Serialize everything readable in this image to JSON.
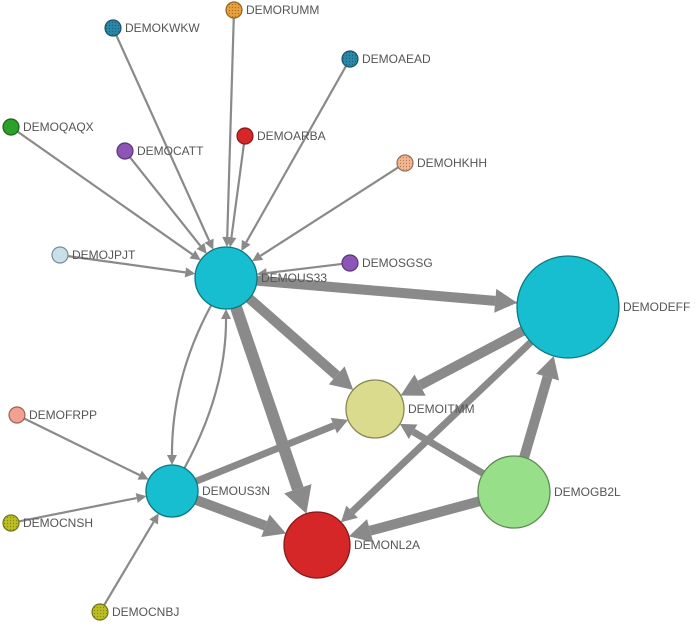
{
  "nodes": [
    {
      "id": "DEMORUMM",
      "label": "DEMORUMM",
      "color": "#e8a03c",
      "dotted": true
    },
    {
      "id": "DEMOKWKW",
      "label": "DEMOKWKW",
      "color": "#2a87a8",
      "dotted": true
    },
    {
      "id": "DEMOAEAD",
      "label": "DEMOAEAD",
      "color": "#2a87a8",
      "dotted": true
    },
    {
      "id": "DEMOQAQX",
      "label": "DEMOQAQX",
      "color": "#2ca02c"
    },
    {
      "id": "DEMOCATT",
      "label": "DEMOCATT",
      "color": "#8e55b8"
    },
    {
      "id": "DEMOARBA",
      "label": "DEMOARBA",
      "color": "#d62728"
    },
    {
      "id": "DEMOHKHH",
      "label": "DEMOHKHH",
      "color": "#f2b58f",
      "dotted": true
    },
    {
      "id": "DEMOJPJT",
      "label": "DEMOJPJT",
      "color": "#c8e0ea"
    },
    {
      "id": "DEMOUS33",
      "label": "DEMOUS33",
      "color": "#17becf"
    },
    {
      "id": "DEMOSGSG",
      "label": "DEMOSGSG",
      "color": "#8e55b8"
    },
    {
      "id": "DEMODEFF",
      "label": "DEMODEFF",
      "color": "#17becf"
    },
    {
      "id": "DEMOITMM",
      "label": "DEMOITMM",
      "color": "#dbdb8d"
    },
    {
      "id": "DEMOFRPP",
      "label": "DEMOFRPP",
      "color": "#f2a090"
    },
    {
      "id": "DEMOUS3N",
      "label": "DEMOUS3N",
      "color": "#17becf"
    },
    {
      "id": "DEMOGB2L",
      "label": "DEMOGB2L",
      "color": "#98df8a"
    },
    {
      "id": "DEMOCNSH",
      "label": "DEMOCNSH",
      "color": "#bcbd22",
      "dotted": true
    },
    {
      "id": "DEMONL2A",
      "label": "DEMONL2A",
      "color": "#d62728"
    },
    {
      "id": "DEMOCNBJ",
      "label": "DEMOCNBJ",
      "color": "#bcbd22",
      "dotted": true
    }
  ],
  "edges": [
    {
      "from": "DEMOQAQX",
      "to": "DEMOUS33",
      "weight": 1
    },
    {
      "from": "DEMOKWKW",
      "to": "DEMOUS33",
      "weight": 1
    },
    {
      "from": "DEMORUMM",
      "to": "DEMOUS33",
      "weight": 1
    },
    {
      "from": "DEMOCATT",
      "to": "DEMOUS33",
      "weight": 1
    },
    {
      "from": "DEMOARBA",
      "to": "DEMOUS33",
      "weight": 1
    },
    {
      "from": "DEMOAEAD",
      "to": "DEMOUS33",
      "weight": 1
    },
    {
      "from": "DEMOHKHH",
      "to": "DEMOUS33",
      "weight": 1
    },
    {
      "from": "DEMOJPJT",
      "to": "DEMOUS33",
      "weight": 1
    },
    {
      "from": "DEMOSGSG",
      "to": "DEMOUS33",
      "weight": 1
    },
    {
      "from": "DEMODEFF",
      "to": "DEMOUS33",
      "weight": 1
    },
    {
      "from": "DEMOUS33",
      "to": "DEMODEFF",
      "weight": 3
    },
    {
      "from": "DEMOUS33",
      "to": "DEMOITMM",
      "weight": 3
    },
    {
      "from": "DEMOUS33",
      "to": "DEMONL2A",
      "weight": 4
    },
    {
      "from": "DEMOUS33",
      "to": "DEMOUS3N",
      "weight": 1,
      "curve": 1
    },
    {
      "from": "DEMOUS3N",
      "to": "DEMOUS33",
      "weight": 1,
      "curve": 1
    },
    {
      "from": "DEMOFRPP",
      "to": "DEMOUS3N",
      "weight": 1
    },
    {
      "from": "DEMOCNSH",
      "to": "DEMOUS3N",
      "weight": 1
    },
    {
      "from": "DEMOCNBJ",
      "to": "DEMOUS3N",
      "weight": 1
    },
    {
      "from": "DEMOUS3N",
      "to": "DEMOITMM",
      "weight": 2
    },
    {
      "from": "DEMOUS3N",
      "to": "DEMONL2A",
      "weight": 3
    },
    {
      "from": "DEMODEFF",
      "to": "DEMOITMM",
      "weight": 3
    },
    {
      "from": "DEMODEFF",
      "to": "DEMONL2A",
      "weight": 2
    },
    {
      "from": "DEMOGB2L",
      "to": "DEMODEFF",
      "weight": 3
    },
    {
      "from": "DEMOGB2L",
      "to": "DEMOITMM",
      "weight": 2
    },
    {
      "from": "DEMOGB2L",
      "to": "DEMONL2A",
      "weight": 3
    }
  ]
}
